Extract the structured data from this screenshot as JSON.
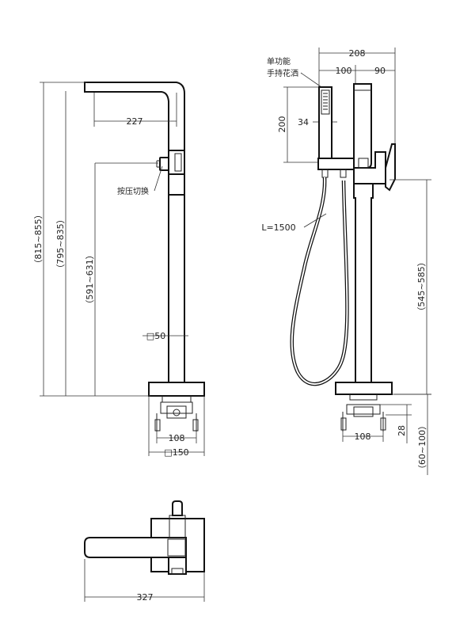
{
  "labels": {
    "width_227": "227",
    "pressure_switch": "按压切换",
    "h_815_855": "（815~855）",
    "h_795_835": "（795~835）",
    "h_591_631": "（591~631）",
    "sq50": "□50",
    "w_108_left": "108",
    "sq150": "□150",
    "hand_shower_line1": "单功能",
    "hand_shower_line2": "手持花洒",
    "w_208": "208",
    "w_100": "100",
    "w_90": "90",
    "h_200": "200",
    "w_34": "34",
    "hose_len": "L=1500",
    "h_545_585": "（545~585）",
    "w_108_right": "108",
    "h_28": "28",
    "h_60_100": "（60~100）",
    "w_327": "327"
  }
}
